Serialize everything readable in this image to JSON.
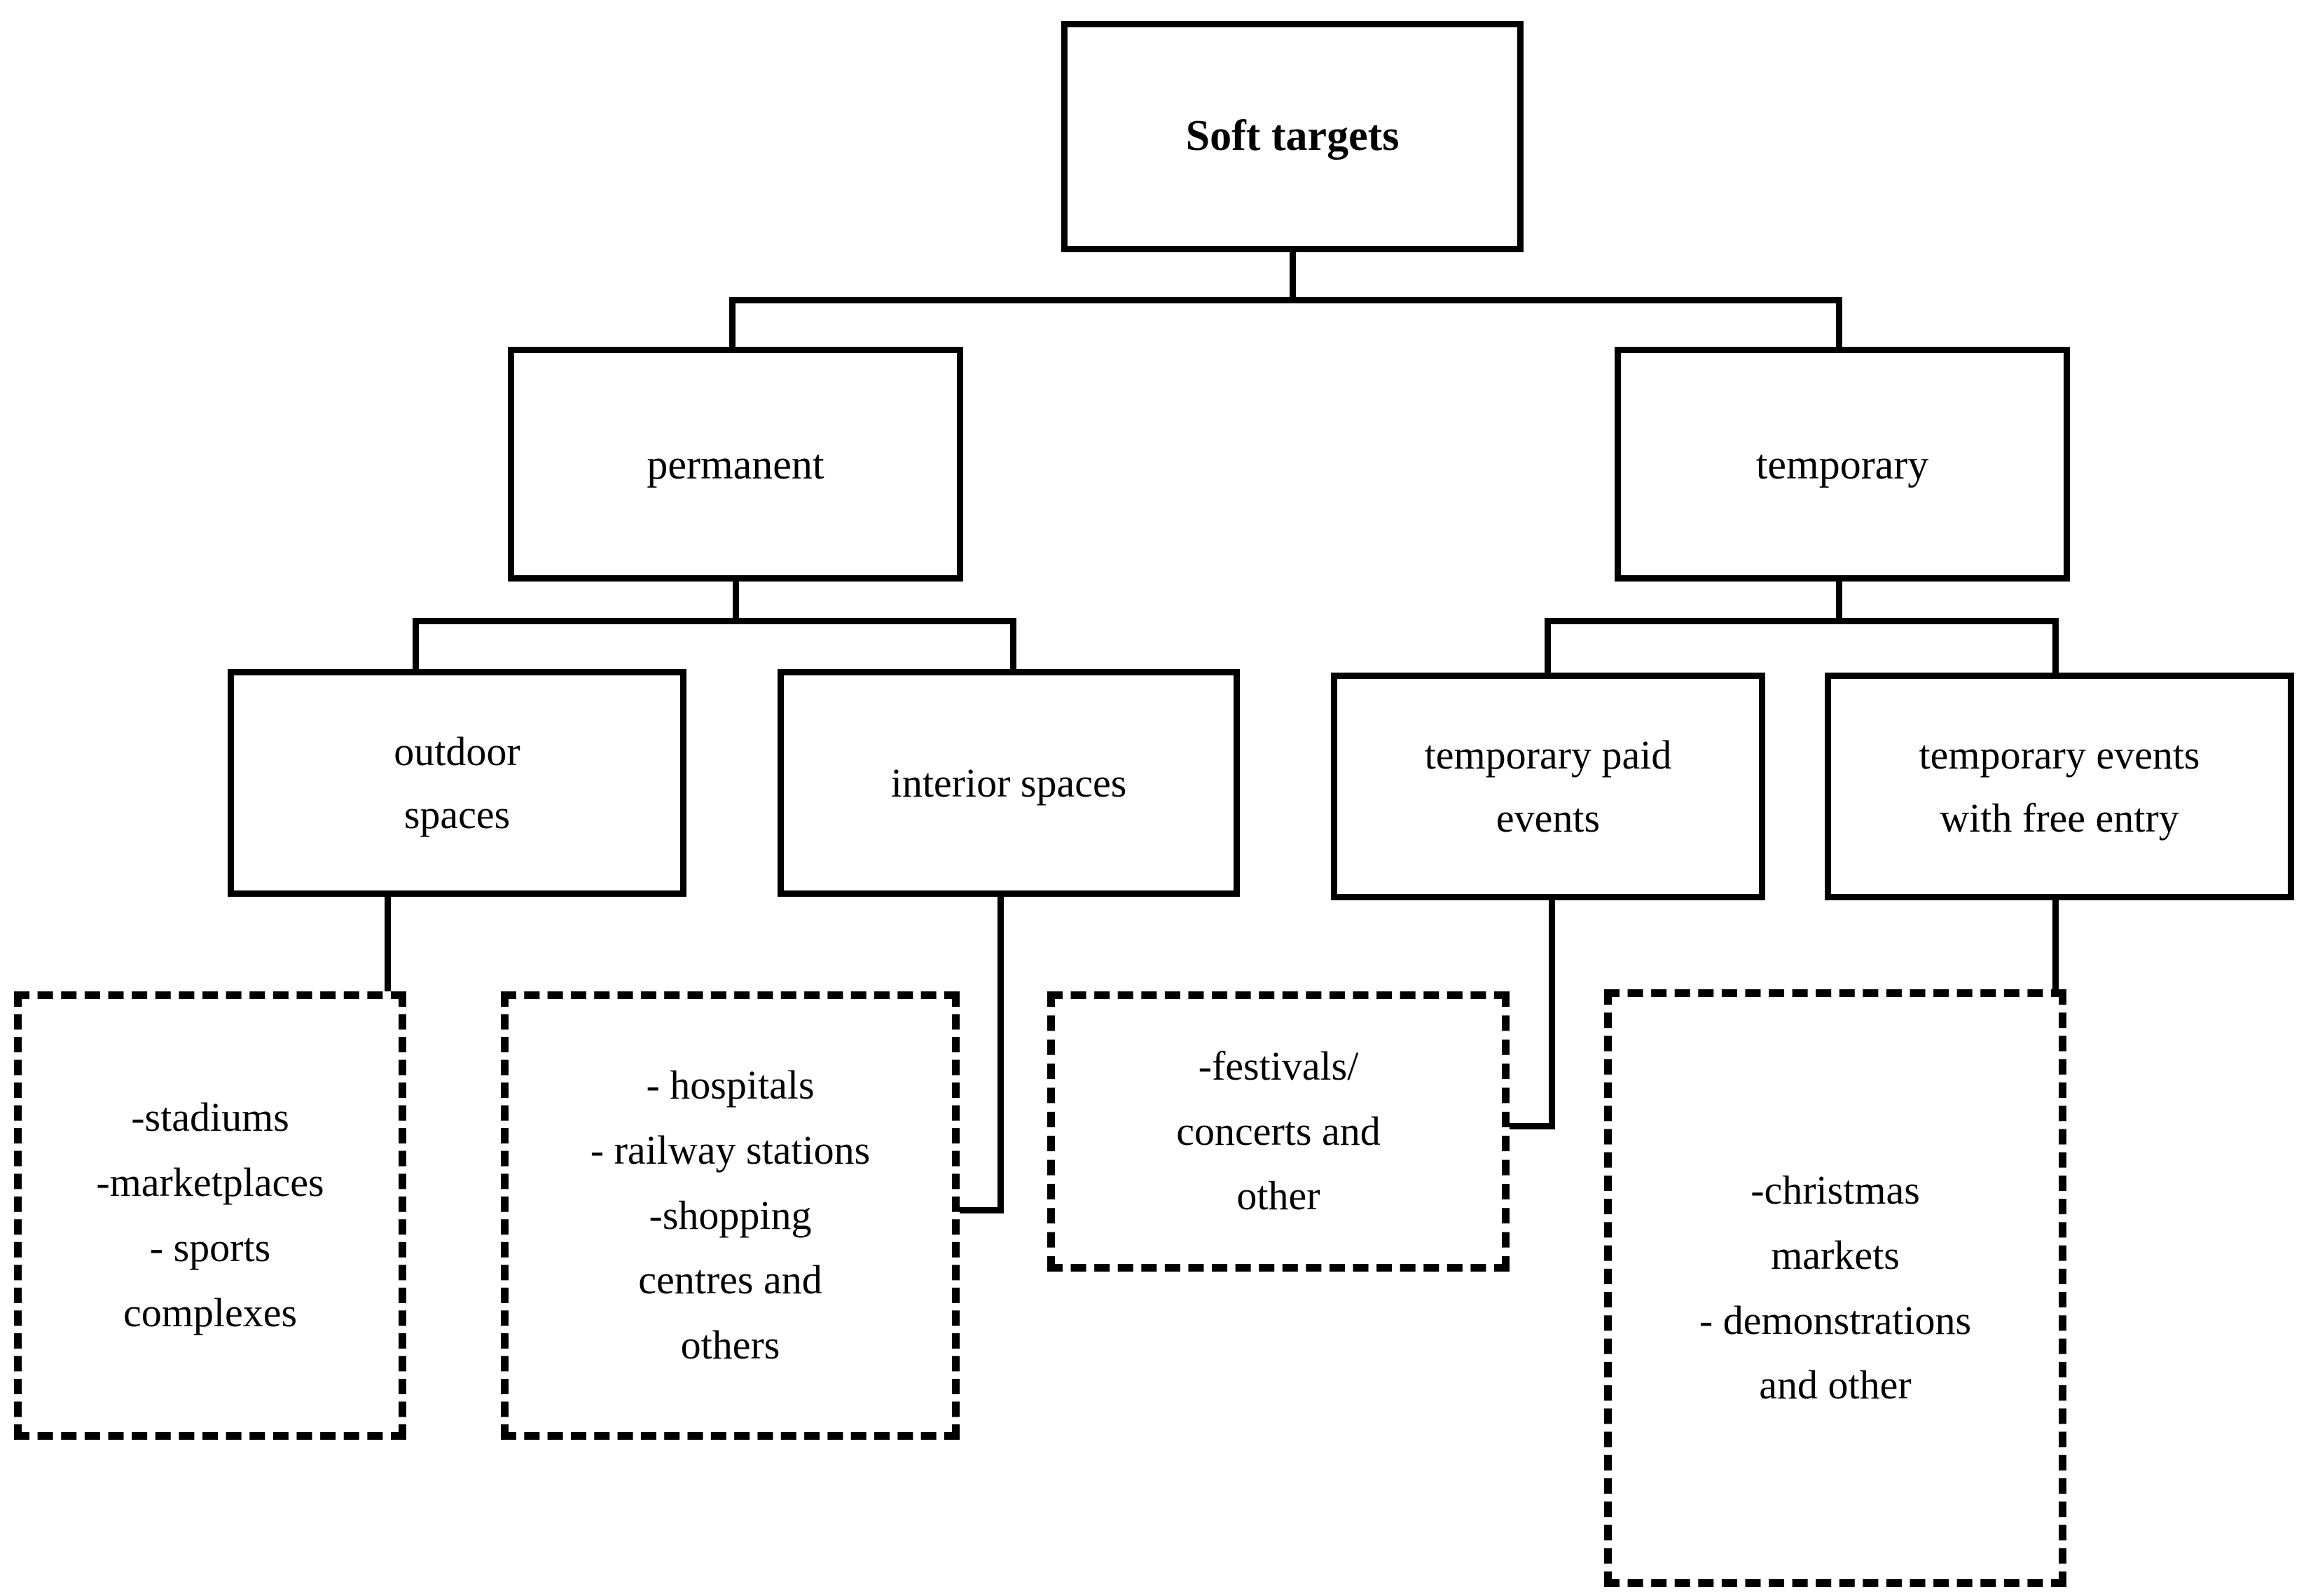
{
  "diagram": {
    "title": "Soft targets classification tree",
    "type": "hierarchy-tree",
    "colors": {
      "line": "#000000",
      "text": "#000000",
      "background": "#ffffff"
    },
    "root": {
      "label": "Soft targets"
    },
    "level2": {
      "permanent": "permanent",
      "temporary": "temporary"
    },
    "level3": {
      "outdoor_spaces": "outdoor\nspaces",
      "interior_spaces": "interior spaces",
      "temporary_paid_events": "temporary paid\nevents",
      "temporary_free_events": "temporary events\nwith free entry"
    },
    "leaves": {
      "outdoor_examples": "-stadiums\n-marketplaces\n- sports\ncomplexes",
      "interior_examples": "- hospitals\n- railway stations\n-shopping\ncentres and\nothers",
      "paid_event_examples": "-festivals/\nconcerts and\nother",
      "free_event_examples": "-christmas\nmarkets\n- demonstrations\nand other"
    }
  }
}
